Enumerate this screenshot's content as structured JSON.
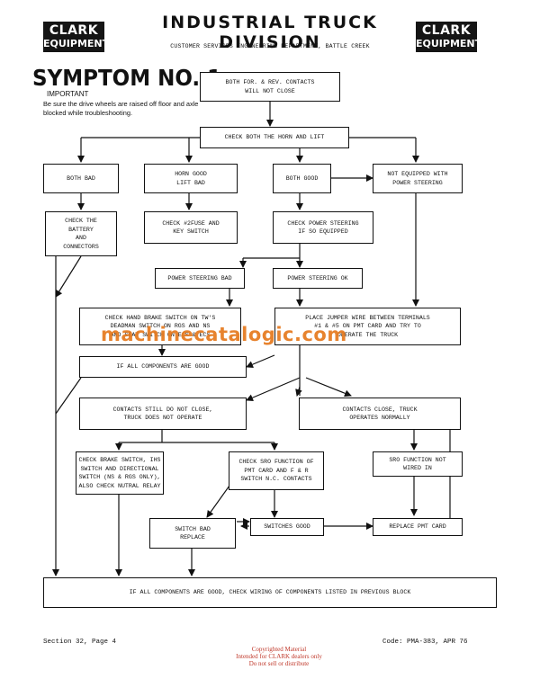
{
  "header": {
    "logo_left": {
      "line1": "CLARK",
      "line2": "EQUIPMENT"
    },
    "logo_right": {
      "line1": "CLARK",
      "line2": "EQUIPMENT"
    },
    "title": "INDUSTRIAL TRUCK DIVISION",
    "subtitle": "CUSTOMER SERVICES ENGINEERING DEPARTMENT, BATTLE CREEK"
  },
  "symptom": {
    "heading": "SYMPTOM NO. 1",
    "important": "IMPORTANT",
    "note": "Be sure the drive wheels are raised off floor and axle blocked while troubleshooting."
  },
  "flowchart": {
    "start": "BOTH FOR. & REV. CONTACTS\nWILL NOT CLOSE",
    "check_horn_lift": "CHECK BOTH THE HORN AND LIFT",
    "both_bad": "BOTH BAD",
    "horn_good_lift_bad": "HORN GOOD\nLIFT BAD",
    "both_good": "BOTH GOOD",
    "not_equipped": "NOT EQUIPPED WITH\nPOWER STEERING",
    "check_battery": "CHECK THE\nBATTERY\nAND\nCONNECTORS",
    "check_fuse": "CHECK #2FUSE AND\nKEY SWITCH",
    "check_power_steering": "CHECK POWER STEERING\nIF SO EQUIPPED",
    "power_steering_bad": "POWER STEERING BAD",
    "power_steering_ok": "POWER STEERING OK",
    "check_hand_brake": "CHECK HAND BRAKE SWITCH ON TW'S\nDEADMAN SWITCH ON RGS AND NS\nAND SEAT SWITCH ON ECS & ECS",
    "place_jumper": "PLACE JUMPER WIRE BETWEEN TERMINALS\n#1 & #5 ON PMT CARD AND TRY TO\nOPERATE THE TRUCK",
    "if_all_good_1": "IF ALL COMPONENTS ARE GOOD",
    "contacts_not_close": "CONTACTS STILL DO NOT CLOSE,\nTRUCK DOES NOT OPERATE",
    "contacts_close": "CONTACTS CLOSE, TRUCK\nOPERATES NORMALLY",
    "check_brake_switch": "CHECK BRAKE SWITCH, IHS\nSWITCH AND DIRECTIONAL\nSWITCH (NS & RGS ONLY),\nALSO CHECK NUTRAL RELAY",
    "check_sro": "CHECK SRO FUNCTION OF\nPMT CARD AND F & R\nSWITCH N.C. CONTACTS",
    "sro_not_wired": "SRO FUNCTION NOT\nWIRED IN",
    "switch_bad": "SWITCH BAD\nREPLACE",
    "switches_good": "SWITCHES GOOD",
    "replace_pmt": "REPLACE PMT CARD",
    "final": "IF ALL COMPONENTS ARE GOOD, CHECK WIRING OF COMPONENTS LISTED IN PREVIOUS BLOCK"
  },
  "footer": {
    "section": "Section 32, Page 4",
    "code": "Code: PMA-383, APR 76",
    "copyright": "Copyrighted Material\nIntended for CLARK dealers only\nDo not sell or distribute"
  },
  "watermark": "machinecatalogic.com"
}
